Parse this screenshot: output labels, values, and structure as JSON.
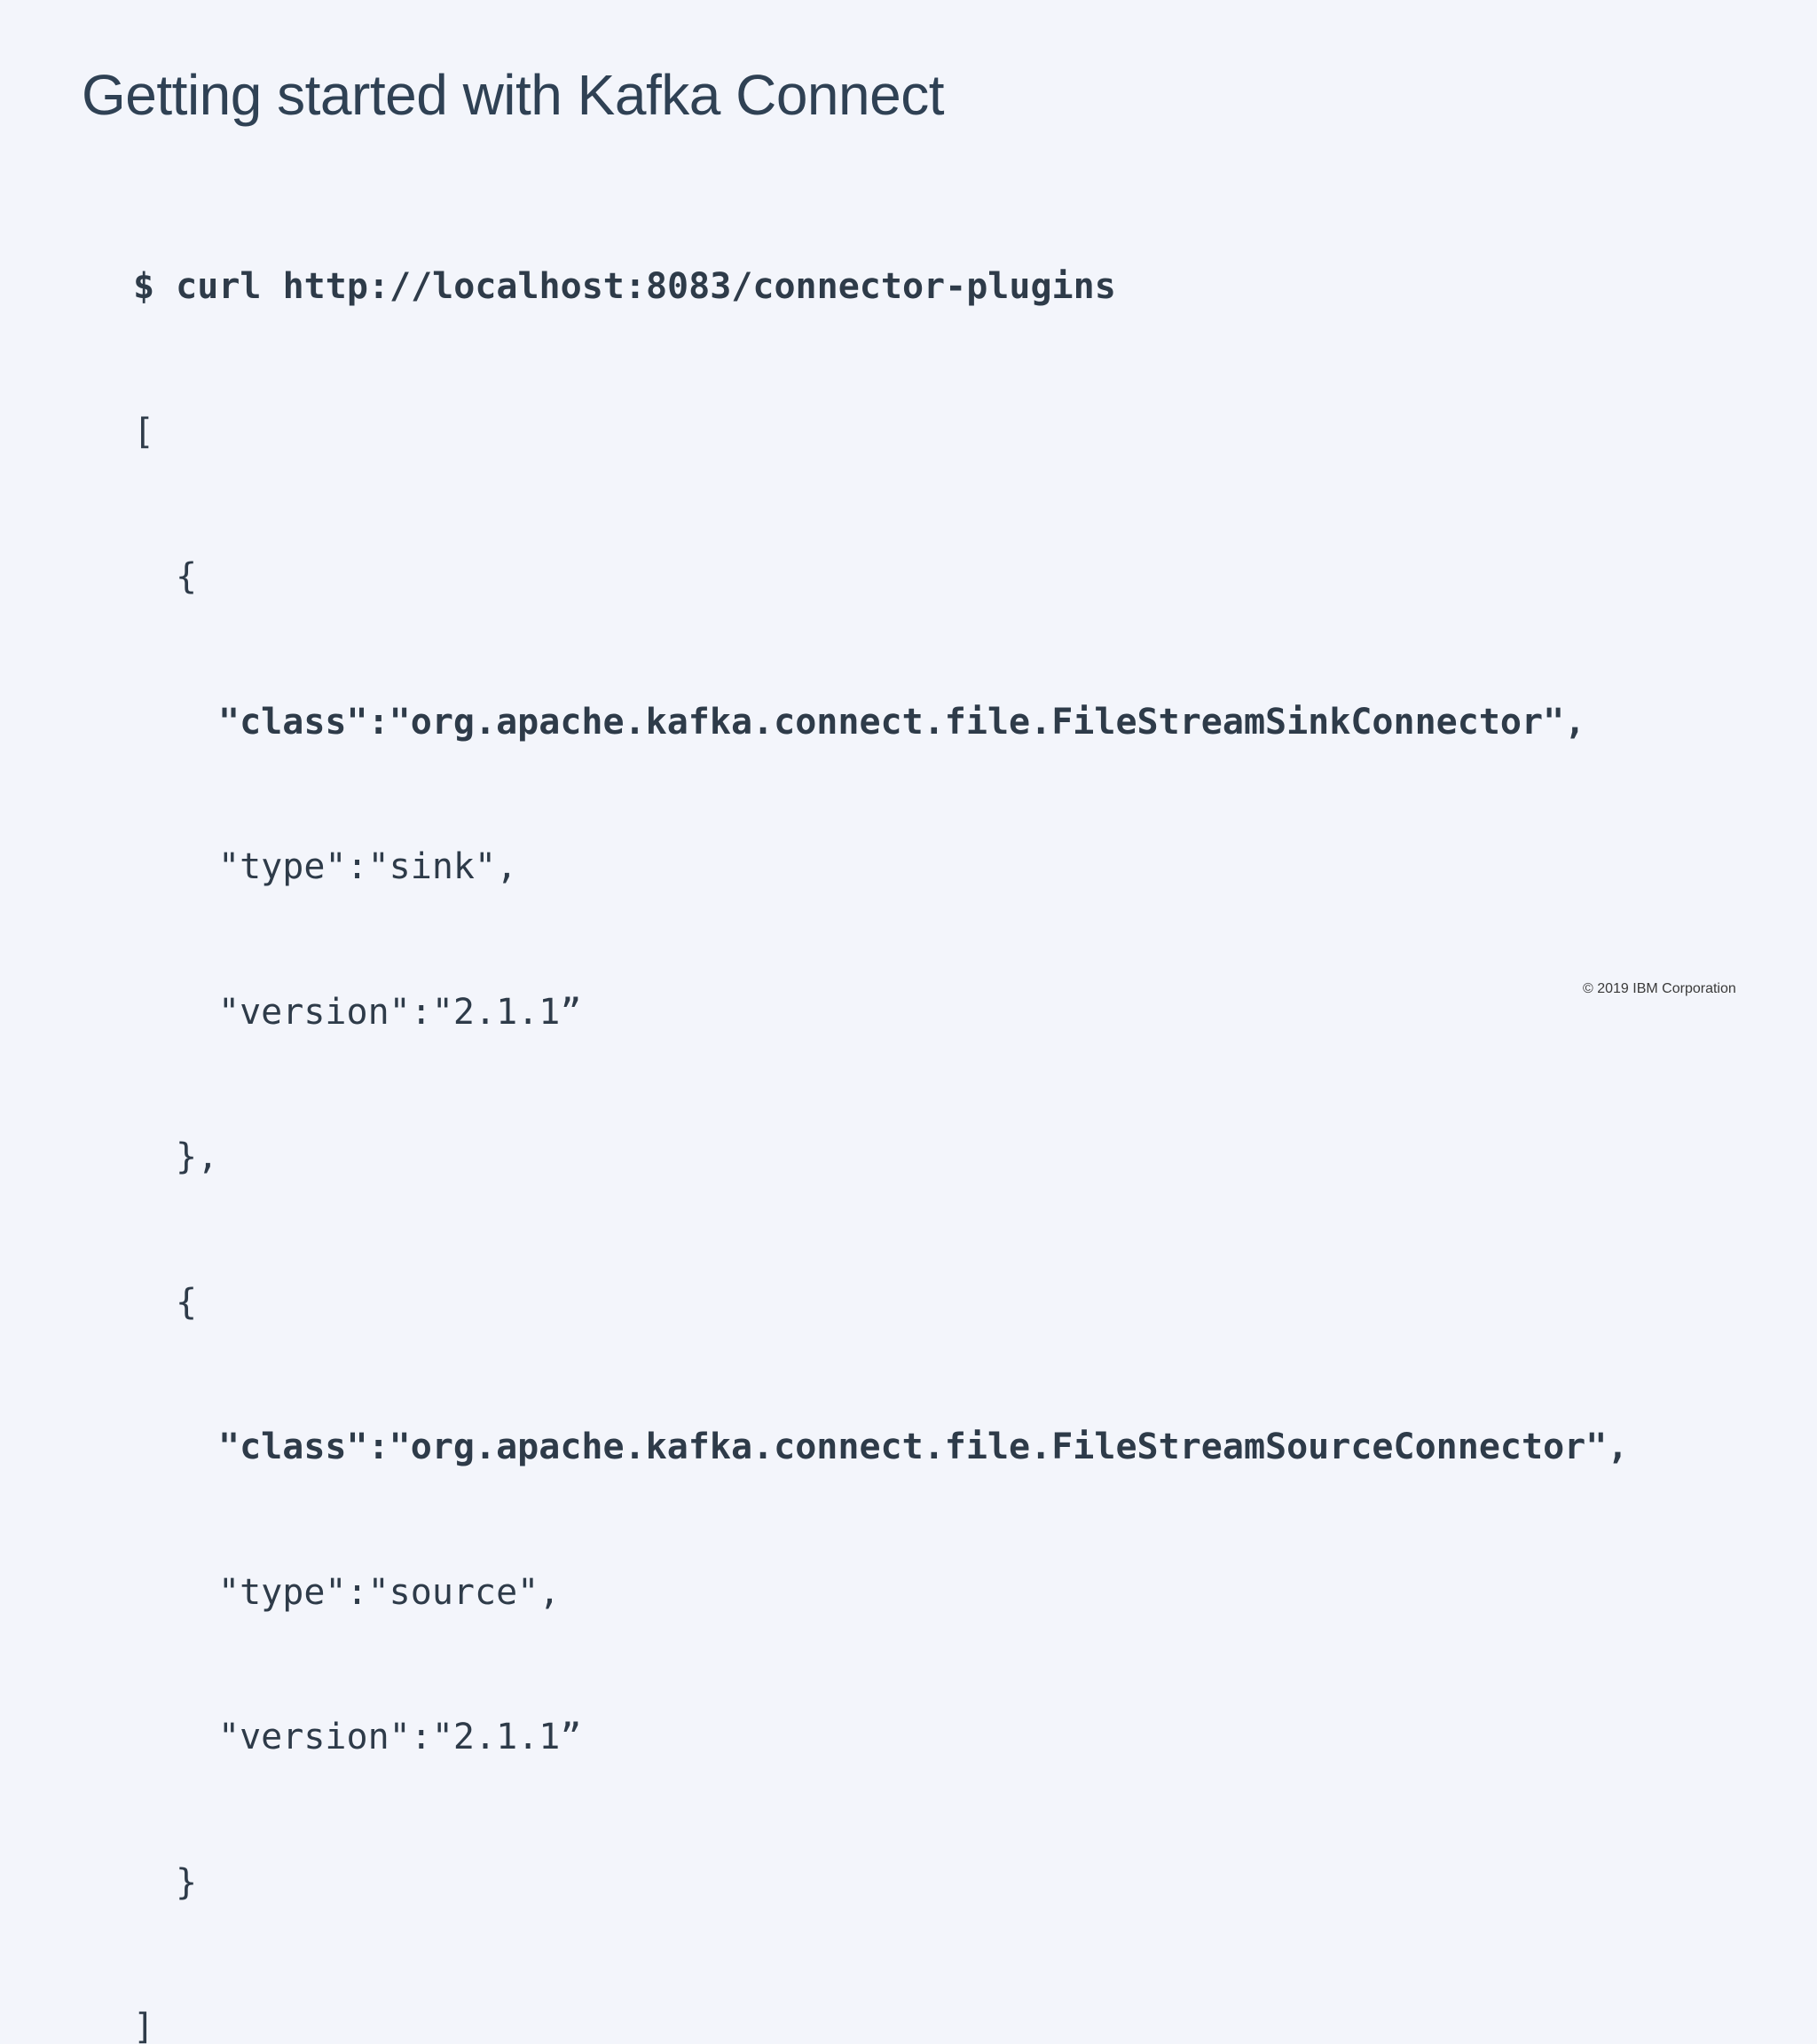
{
  "slide": {
    "title": "Getting started with Kafka Connect",
    "code_lines": [
      "$ curl http://localhost:8083/connector-plugins",
      "[",
      "{",
      "\"class\":\"org.apache.kafka.connect.file.FileStreamSinkConnector\",",
      "\"type\":\"sink\",",
      "\"version\":\"2.1.1”",
      "},",
      "{",
      "\"class\":\"org.apache.kafka.connect.file.FileStreamSourceConnector\",",
      "\"type\":\"source\",",
      "\"version\":\"2.1.1”",
      "}",
      "]"
    ],
    "copyright": "© 2019 IBM Corporation"
  },
  "colors": {
    "background": "#f3f5fb",
    "title": "#2f4154",
    "code": "#2e3b49"
  }
}
